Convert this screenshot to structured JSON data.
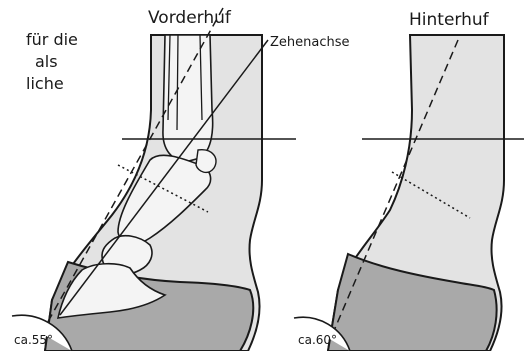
{
  "left_caption_lines": [
    "für die",
    "als",
    "liche"
  ],
  "front": {
    "title": "Vorderhuf",
    "angle": "ca.55°"
  },
  "hind": {
    "title": "Hinterhuf",
    "angle": "ca.60°"
  },
  "toe_axis_label": "Zehenachse",
  "colors": {
    "line": "#1a1a1a",
    "leg": "#e3e3e3",
    "hoof": "#a9a9a9",
    "bone": "#f4f4f4",
    "background": "#ffffff"
  }
}
